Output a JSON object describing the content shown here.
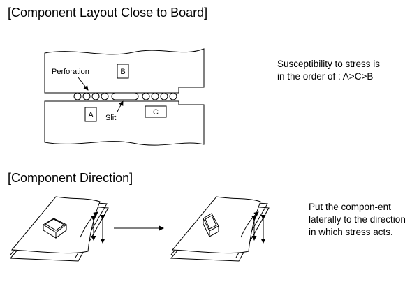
{
  "sections": {
    "layout_title": "[Component Layout Close to Board]",
    "direction_title": "[Component Direction]"
  },
  "board": {
    "perforation_label": "Perforation",
    "slit_label": "Slit",
    "components": [
      "A",
      "B",
      "C"
    ]
  },
  "notes": {
    "stress_order": "Susceptibility to stress is in the order of : A>C>B",
    "direction": "Put the compon-ent laterally to the direction in which stress acts."
  }
}
